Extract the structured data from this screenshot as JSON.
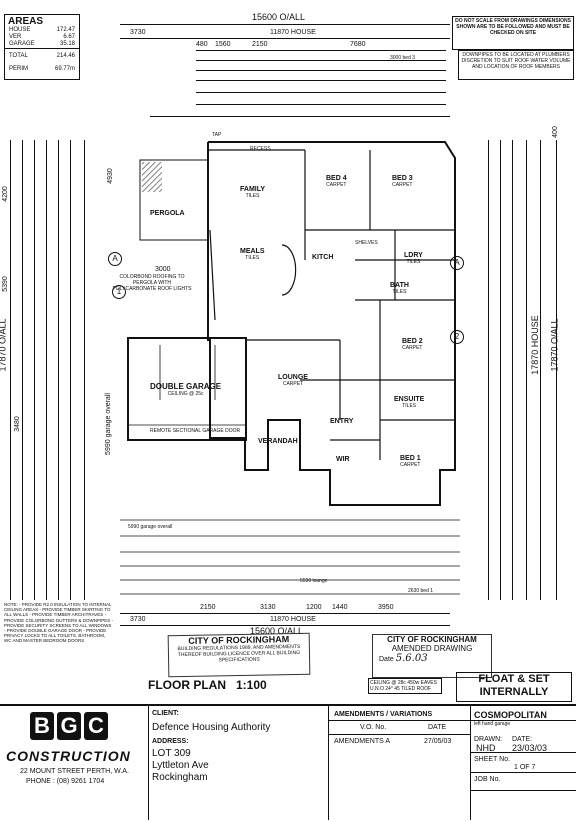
{
  "header": {
    "overall_top": "15600 O/ALL",
    "house_top": "11870 HOUSE",
    "dim_3730": "3730",
    "row1": [
      "480",
      "1560",
      "2150",
      "7680"
    ],
    "bed3_dim": "3000 bed 3"
  },
  "areas": {
    "title": "AREAS",
    "rows": [
      {
        "label": "HOUSE",
        "value": "172.47"
      },
      {
        "label": "VER",
        "value": "6.67"
      },
      {
        "label": "GARAGE",
        "value": "35.18"
      },
      {
        "label": "TOTAL",
        "value": "214.46"
      },
      {
        "label": "PERIM",
        "value": "69.77m"
      }
    ]
  },
  "notices": {
    "do_not_scale": "DO NOT SCALE FROM DRAWINGS DIMENSIONS SHOWN ARE TO BE FOLLOWED AND MUST BE CHECKED ON SITE",
    "downpipes": "DOWNPIPES TO BE LOCATED AT PLUMBERS DISCRETION TO SUIT ROOF WATER VOLUME AND LOCATION OF ROOF MEMBERS"
  },
  "rooms": {
    "pergola": "PERGOLA",
    "pergola_note": "COLORBOND ROOFING TO PERGOLA WITH POLYCARBONATE ROOF LIGHTS",
    "family": "FAMILY",
    "family_sub": "TILES",
    "meals": "MEALS",
    "meals_sub": "TILES",
    "kitchen": "KITCH",
    "bed4": "BED 4",
    "bed4_sub": "CARPET",
    "bed3": "BED 3",
    "bed3_sub": "CARPET",
    "ldry": "LDRY",
    "ldry_sub": "TILES",
    "bath": "BATH",
    "bath_sub": "TILES",
    "bed2": "BED 2",
    "bed2_sub": "CARPET",
    "ensuite": "ENSUITE",
    "ensuite_sub": "TILES",
    "lounge": "LOUNGE",
    "lounge_sub": "CARPET",
    "entry": "ENTRY",
    "verandah": "VERANDAH",
    "wir": "WIR",
    "bed1": "BED 1",
    "bed1_sub": "CARPET",
    "garage": "DOUBLE GARAGE",
    "garage_sub": "CEILING @ 25c",
    "garage_door": "REMOTE SECTIONAL GARAGE DOOR",
    "recess": "RECESS",
    "shelves": "SHELVES",
    "tap": "TAP"
  },
  "dims": {
    "overall_side": "17870 O/ALL",
    "house_side": "17870 HOUSE",
    "left_4200": "4200",
    "left_5390": "5390",
    "left_3480": "3480",
    "left_4930": "4930",
    "left_3000": "3000",
    "garage_overall": "5990 garage overall",
    "bottom_overall": "15600 O/ALL",
    "bottom_house": "11870 HOUSE",
    "bottom_row": [
      "2150",
      "3130",
      "1200",
      "1440",
      "3950"
    ],
    "bottom_3730": "3730",
    "right_400": "400",
    "lounge_dim": "5590 lounge",
    "bed1_dim": "2630 bed 1"
  },
  "markers": {
    "a_left": "A",
    "a_right": "A",
    "one_left": "1",
    "two_right": "2"
  },
  "notes_text": "NOTE: - PROVIDE R2.0 INSULATION TO INTERNAL CEILING AREAS - PROVIDE TIMBER SKIRTING TO ALL WALLS - PROVIDE TIMBER ARCHITRAVES - PROVIDE COLORBOND GUTTERS & DOWNPIPES - PROVIDE SECURITY SCREENS TO ALL WINDOWS - PROVIDE DOUBLE GARAGE DOOR - PROVIDE PRIVACY LOCKS TO ALL TOILETS, BATHROOM, WC AND MASTER BEDROOM DOORS",
  "stamps": {
    "city_left_title": "CITY OF ROCKINGHAM",
    "city_left_body": "BUILDING REGULATIONS 1989, AND AMENDMENTS THEREOF BUILDING LICENCE OVER ALL BUILDING SPECIFICATIONS",
    "city_right_title": "CITY OF ROCKINGHAM",
    "city_right_sub": "AMENDED DRAWING",
    "date_label": "Date",
    "date_value": "5.6.03",
    "float_set": "FLOAT & SET INTERNALLY",
    "ceiling_note": "CEILING @ 28c 450w EAVES U.N.O 24° 45 TILED ROOF"
  },
  "plan_title": "FLOOR PLAN   1:100",
  "title_block": {
    "company": "CONSTRUCTION",
    "logo": [
      "B",
      "G",
      "C"
    ],
    "address1": "22 MOUNT STREET PERTH, W.A.",
    "phone": "PHONE : (08) 9261 1704",
    "client_label": "CLIENT:",
    "client": "Defence Housing Authority",
    "address_label": "ADDRESS:",
    "lot": "LOT 309",
    "street": "Lyttleton Ave",
    "suburb": "Rockingham",
    "amendments_label": "AMENDMENTS / VARIATIONS",
    "vo_label": "V.O. No.",
    "date_label": "DATE",
    "amend_a": "AMENDMENTS A",
    "amend_a_date": "27/05/03",
    "design": "COSMOPOLITAN",
    "design_sub": "left hand garage",
    "drawn_label": "DRAWN:",
    "drawn": "NHD",
    "tdate_label": "DATE:",
    "tdate": "23/03/03",
    "sheet_label": "SHEET No.",
    "sheet": "1 OF 7",
    "job_label": "JOB No."
  }
}
